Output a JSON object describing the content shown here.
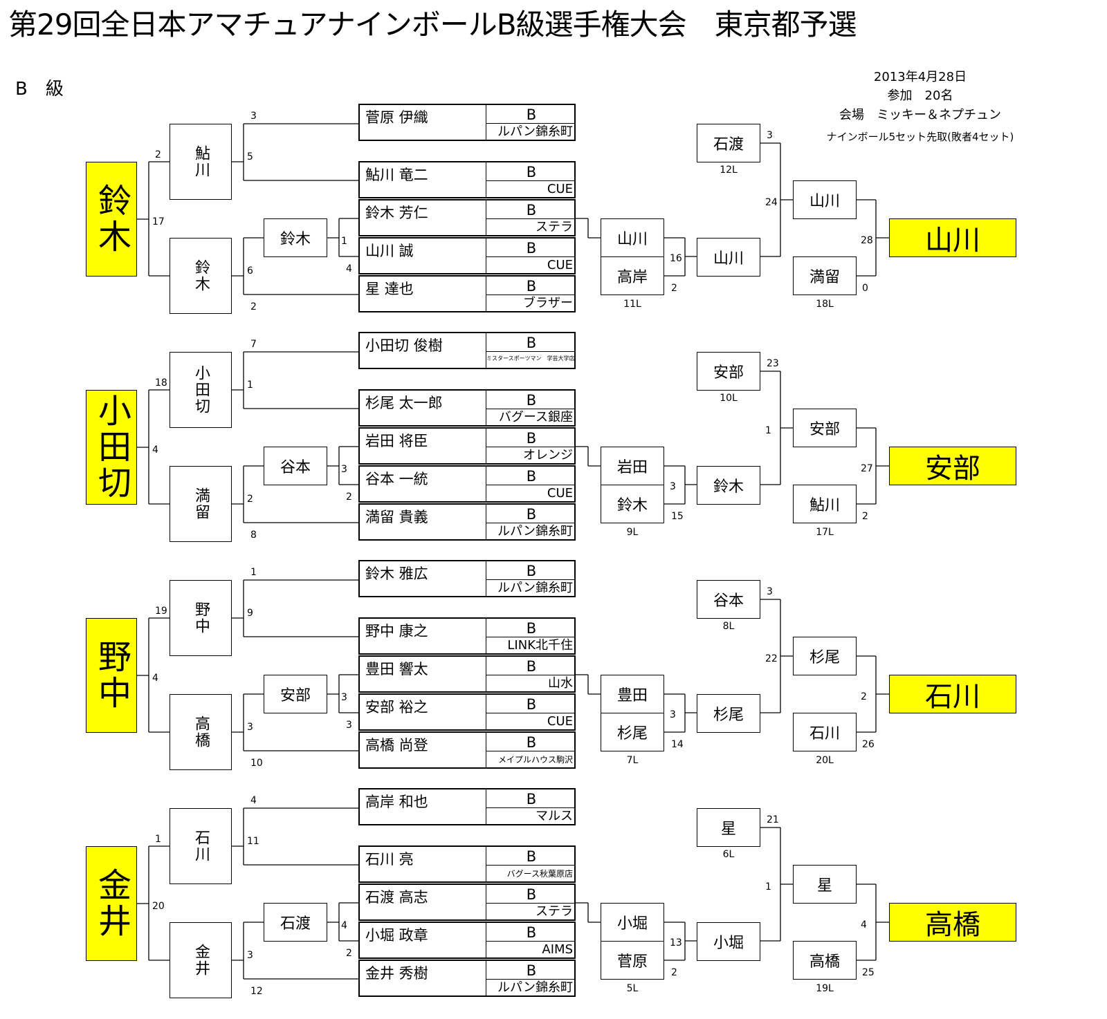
{
  "title": "第29回全日本アマチュアナインボールB級選手権大会　東京都予選",
  "division": "B　級",
  "info": {
    "date": "2013年4月28日",
    "participants": "参加　20名",
    "venue": "会場　ミッキー＆ネプチュン",
    "format": "ナインボール5セット先取(敗者4セット)"
  },
  "blocks": [
    {
      "seed": "鈴木",
      "champion": "山川",
      "players": [
        {
          "name": "菅原 伊織",
          "grade": "B",
          "club": "ルパン錦糸町"
        },
        {
          "name": "鮎川 竜二",
          "grade": "B",
          "club": "CUE"
        },
        {
          "name": "鈴木 芳仁",
          "grade": "B",
          "club": "ステラ"
        },
        {
          "name": "山川 誠",
          "grade": "B",
          "club": "CUE"
        },
        {
          "name": "星 達也",
          "grade": "B",
          "club": "ブラザー"
        }
      ],
      "left": {
        "r1": "鈴木",
        "r2_top": "鮎川",
        "r2_bot": "鈴木",
        "scores": {
          "p1": "3",
          "p2": "5",
          "r1_top": "1",
          "r1_bot": "4",
          "r2b_top": "6",
          "p5": "2",
          "r2a": "2",
          "r2b": "17"
        }
      },
      "right": {
        "a_top": "山川",
        "a_bot": "高岸",
        "a_loss": "11L",
        "b_top": "石渡",
        "b_top_loss": "12L",
        "b_bot": "山川",
        "c_top": "山川",
        "c_bot": "満留",
        "c_loss": "18L",
        "scores": {
          "a_top": "16",
          "a_bot": "2",
          "b_top": "3",
          "b_bot": "24",
          "c_top": "28",
          "c_bot": "0"
        }
      }
    },
    {
      "seed": "小田切",
      "champion": "安部",
      "players": [
        {
          "name": "小田切 俊樹",
          "grade": "B",
          "club": "ミスタースポーツマン　学芸大学店"
        },
        {
          "name": "杉尾 太一郎",
          "grade": "B",
          "club": "バグース銀座"
        },
        {
          "name": "岩田 将臣",
          "grade": "B",
          "club": "オレンジ"
        },
        {
          "name": "谷本 一統",
          "grade": "B",
          "club": "CUE"
        },
        {
          "name": "満留 貴義",
          "grade": "B",
          "club": "ルパン錦糸町"
        }
      ],
      "left": {
        "r1": "谷本",
        "r2_top": "小田切",
        "r2_bot": "満留",
        "scores": {
          "p1": "7",
          "p2": "1",
          "r1_top": "3",
          "r1_bot": "2",
          "r2b_top": "2",
          "p5": "8",
          "r2a": "18",
          "r2b": "4"
        }
      },
      "right": {
        "a_top": "岩田",
        "a_bot": "鈴木",
        "a_loss": "9L",
        "b_top": "安部",
        "b_top_loss": "10L",
        "b_bot": "鈴木",
        "c_top": "安部",
        "c_bot": "鮎川",
        "c_loss": "17L",
        "scores": {
          "a_top": "3",
          "a_bot": "15",
          "b_top": "23",
          "b_bot": "1",
          "c_top": "27",
          "c_bot": "2"
        }
      }
    },
    {
      "seed": "野中",
      "champion": "石川",
      "players": [
        {
          "name": "鈴木 雅広",
          "grade": "B",
          "club": "ルパン錦糸町"
        },
        {
          "name": "野中 康之",
          "grade": "B",
          "club": "LINK北千住"
        },
        {
          "name": "豊田 響太",
          "grade": "B",
          "club": "山水"
        },
        {
          "name": "安部 裕之",
          "grade": "B",
          "club": "CUE"
        },
        {
          "name": "高橋 尚登",
          "grade": "B",
          "club": "メイプルハウス駒沢"
        }
      ],
      "left": {
        "r1": "安部",
        "r2_top": "野中",
        "r2_bot": "高橋",
        "scores": {
          "p1": "1",
          "p2": "9",
          "r1_top": "3",
          "r1_bot": "3",
          "r2b_top": "3",
          "p5": "10",
          "r2a": "19",
          "r2b": "4"
        }
      },
      "right": {
        "a_top": "豊田",
        "a_bot": "杉尾",
        "a_loss": "7L",
        "b_top": "谷本",
        "b_top_loss": "8L",
        "b_bot": "杉尾",
        "c_top": "杉尾",
        "c_bot": "石川",
        "c_loss": "20L",
        "scores": {
          "a_top": "3",
          "a_bot": "14",
          "b_top": "3",
          "b_bot": "22",
          "c_top": "2",
          "c_bot": "26"
        }
      }
    },
    {
      "seed": "金井",
      "champion": "高橋",
      "players": [
        {
          "name": "高岸 和也",
          "grade": "B",
          "club": "マルス"
        },
        {
          "name": "石川 亮",
          "grade": "B",
          "club": "バグース秋葉原店"
        },
        {
          "name": "石渡 高志",
          "grade": "B",
          "club": "ステラ"
        },
        {
          "name": "小堀 政章",
          "grade": "B",
          "club": "AIMS"
        },
        {
          "name": "金井 秀樹",
          "grade": "B",
          "club": "ルパン錦糸町"
        }
      ],
      "left": {
        "r1": "石渡",
        "r2_top": "石川",
        "r2_bot": "金井",
        "scores": {
          "p1": "4",
          "p2": "11",
          "r1_top": "4",
          "r1_bot": "2",
          "r2b_top": "3",
          "p5": "12",
          "r2a": "1",
          "r2b": "20"
        }
      },
      "right": {
        "a_top": "小堀",
        "a_bot": "菅原",
        "a_loss": "5L",
        "b_top": "星",
        "b_top_loss": "6L",
        "b_bot": "小堀",
        "c_top": "星",
        "c_bot": "高橋",
        "c_loss": "19L",
        "scores": {
          "a_top": "13",
          "a_bot": "2",
          "b_top": "21",
          "b_bot": "1",
          "c_top": "4",
          "c_bot": "25"
        }
      }
    }
  ]
}
